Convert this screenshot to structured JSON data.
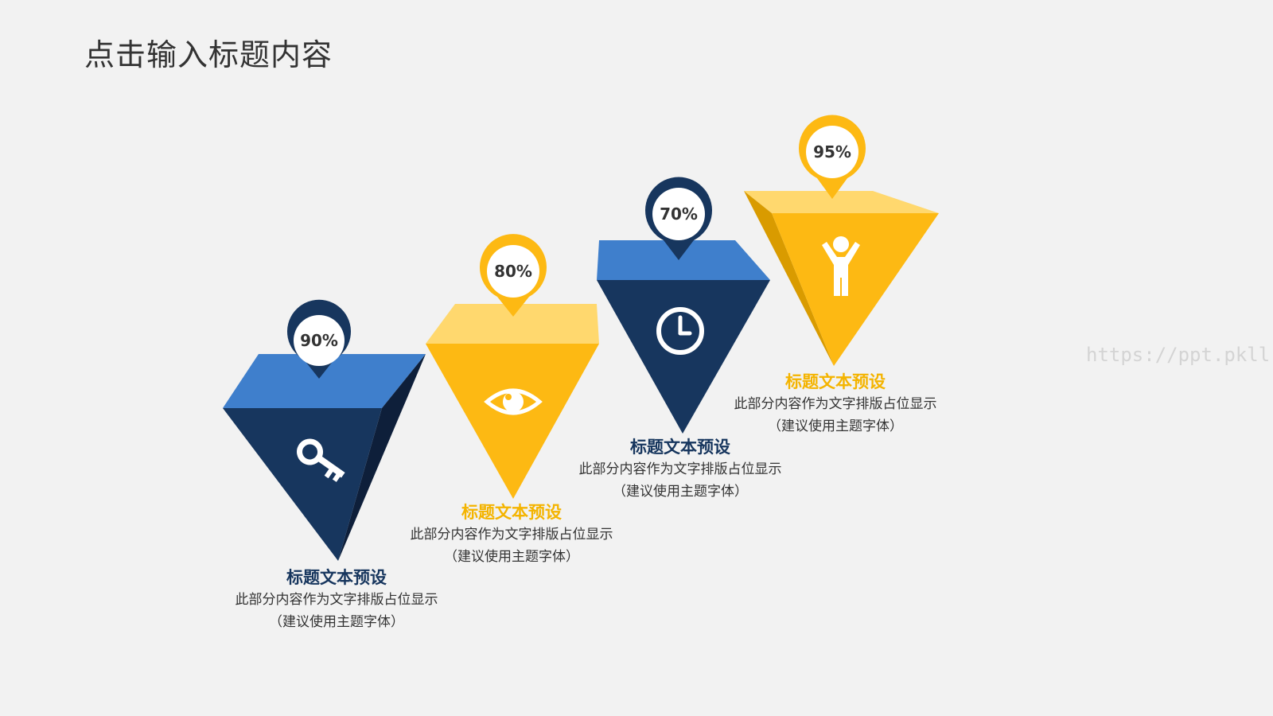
{
  "slide": {
    "title": "点击输入标题内容",
    "watermark": "https://ppt.pkll.de"
  },
  "colors": {
    "navy_dark": "#17365e",
    "navy_top": "#3f7fcc",
    "gold": "#fdb913",
    "gold_light": "#ffd86e",
    "gold_shade": "#d99b00",
    "background": "#f2f2f2"
  },
  "steps": [
    {
      "percent": "90%",
      "icon": "key-icon",
      "theme": "navy",
      "title": "标题文本预设",
      "line1": "此部分内容作为文字排版占位显示",
      "line2": "（建议使用主题字体）"
    },
    {
      "percent": "80%",
      "icon": "eye-icon",
      "theme": "gold",
      "title": "标题文本预设",
      "line1": "此部分内容作为文字排版占位显示",
      "line2": "（建议使用主题字体）"
    },
    {
      "percent": "70%",
      "icon": "clock-icon",
      "theme": "navy",
      "title": "标题文本预设",
      "line1": "此部分内容作为文字排版占位显示",
      "line2": "（建议使用主题字体）"
    },
    {
      "percent": "95%",
      "icon": "person-icon",
      "theme": "gold",
      "title": "标题文本预设",
      "line1": "此部分内容作为文字排版占位显示",
      "line2": "（建议使用主题字体）"
    }
  ]
}
